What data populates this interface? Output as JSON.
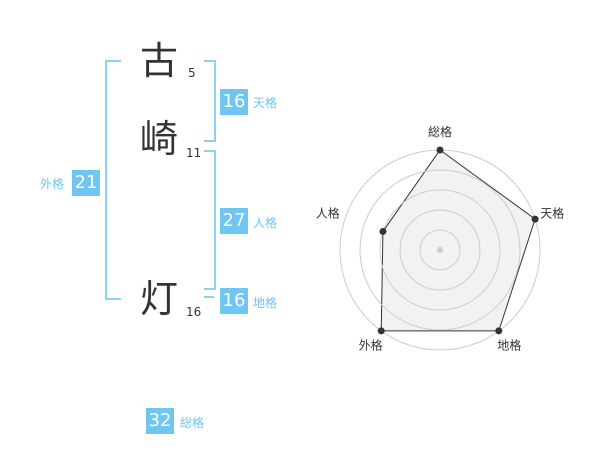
{
  "name": {
    "chars": [
      {
        "char": "古",
        "strokes": "5"
      },
      {
        "char": "崎",
        "strokes": "11"
      },
      {
        "char": "灯",
        "strokes": "16"
      }
    ]
  },
  "scores": {
    "tenkaku": {
      "value": "16",
      "label": "天格"
    },
    "jinkaku": {
      "value": "27",
      "label": "人格"
    },
    "chikaku": {
      "value": "16",
      "label": "地格"
    },
    "gaikaku": {
      "value": "21",
      "label": "外格"
    },
    "soukaku": {
      "value": "32",
      "label": "総格"
    }
  },
  "chart_data": {
    "type": "radar",
    "axes": [
      "総格",
      "天格",
      "地格",
      "外格",
      "人格"
    ],
    "values": [
      5,
      5,
      5,
      5,
      3
    ],
    "rmax": 5,
    "rings": 5,
    "colors": {
      "fill": "#f0f0f0",
      "line": "#333333",
      "grid": "#cccccc",
      "accent": "#6ec6f1"
    }
  }
}
